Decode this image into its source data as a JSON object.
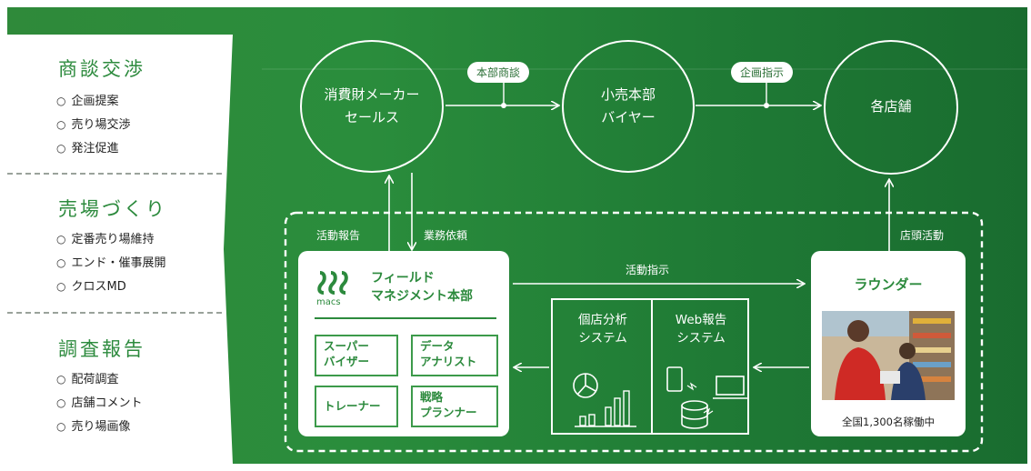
{
  "left_panel": {
    "sections": [
      {
        "title": "商談交渉",
        "items": [
          "企画提案",
          "売り場交渉",
          "発注促進"
        ]
      },
      {
        "title": "売場づくり",
        "items": [
          "定番売り場維持",
          "エンド・催事展開",
          "クロスMD"
        ]
      },
      {
        "title": "調査報告",
        "items": [
          "配荷調査",
          "店舗コメント",
          "売り場画像"
        ]
      }
    ]
  },
  "nodes": {
    "maker": {
      "line1": "消費財メーカー",
      "line2": "セールス"
    },
    "buyer": {
      "line1": "小売本部",
      "line2": "バイヤー"
    },
    "stores": {
      "label": "各店舗"
    }
  },
  "flows": {
    "honbu_shodan": "本部商談",
    "kikaku_shiji": "企画指示",
    "katsudo_hokoku": "活動報告",
    "gyomu_irai": "業務依頼",
    "tento_katsudo": "店頭活動",
    "katsudo_shiji": "活動指示"
  },
  "fms": {
    "logo_text": "macs",
    "title_line1": "フィールド",
    "title_line2": "マネジメント本部",
    "roles": [
      {
        "line1": "スーパー",
        "line2": "バイザー"
      },
      {
        "line1": "データ",
        "line2": "アナリスト"
      },
      {
        "line1": "トレーナー",
        "line2": ""
      },
      {
        "line1": "戦略",
        "line2": "プランナー"
      }
    ]
  },
  "systems": {
    "left": {
      "line1": "個店分析",
      "line2": "システム"
    },
    "right": {
      "line1": "Web報告",
      "line2": "システム"
    }
  },
  "rounder": {
    "title": "ラウンダー",
    "caption": "全国1,300名稼働中"
  },
  "colors": {
    "brand_green": "#2c8a3d",
    "background_green": "#2a8d3c",
    "white": "#ffffff"
  }
}
